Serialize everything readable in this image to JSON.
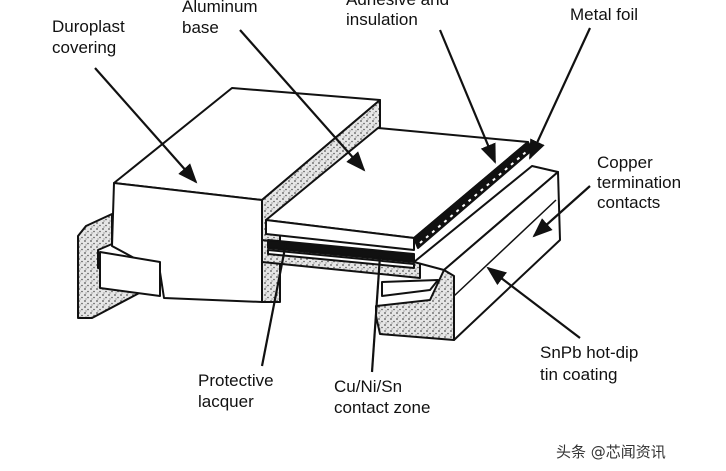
{
  "labels": {
    "duroplast": [
      "Duroplast",
      "covering"
    ],
    "aluminum": [
      "Aluminum",
      "base"
    ],
    "adhesive": [
      "Adhesive and",
      "insulation"
    ],
    "metal_foil": [
      "Metal foil"
    ],
    "copper": [
      "Copper",
      "termination",
      "contacts"
    ],
    "snpb": [
      "SnPb hot-dip",
      "tin coating"
    ],
    "lacquer": [
      "Protective",
      "lacquer"
    ],
    "cuni": [
      "Cu/Ni/Sn",
      "contact zone"
    ]
  },
  "watermark": "头条 @芯闻资讯",
  "colors": {
    "ink": "#111111",
    "fill": "#ffffff",
    "grain_base": "#e6e6e6",
    "grain_dot": "#555555"
  }
}
